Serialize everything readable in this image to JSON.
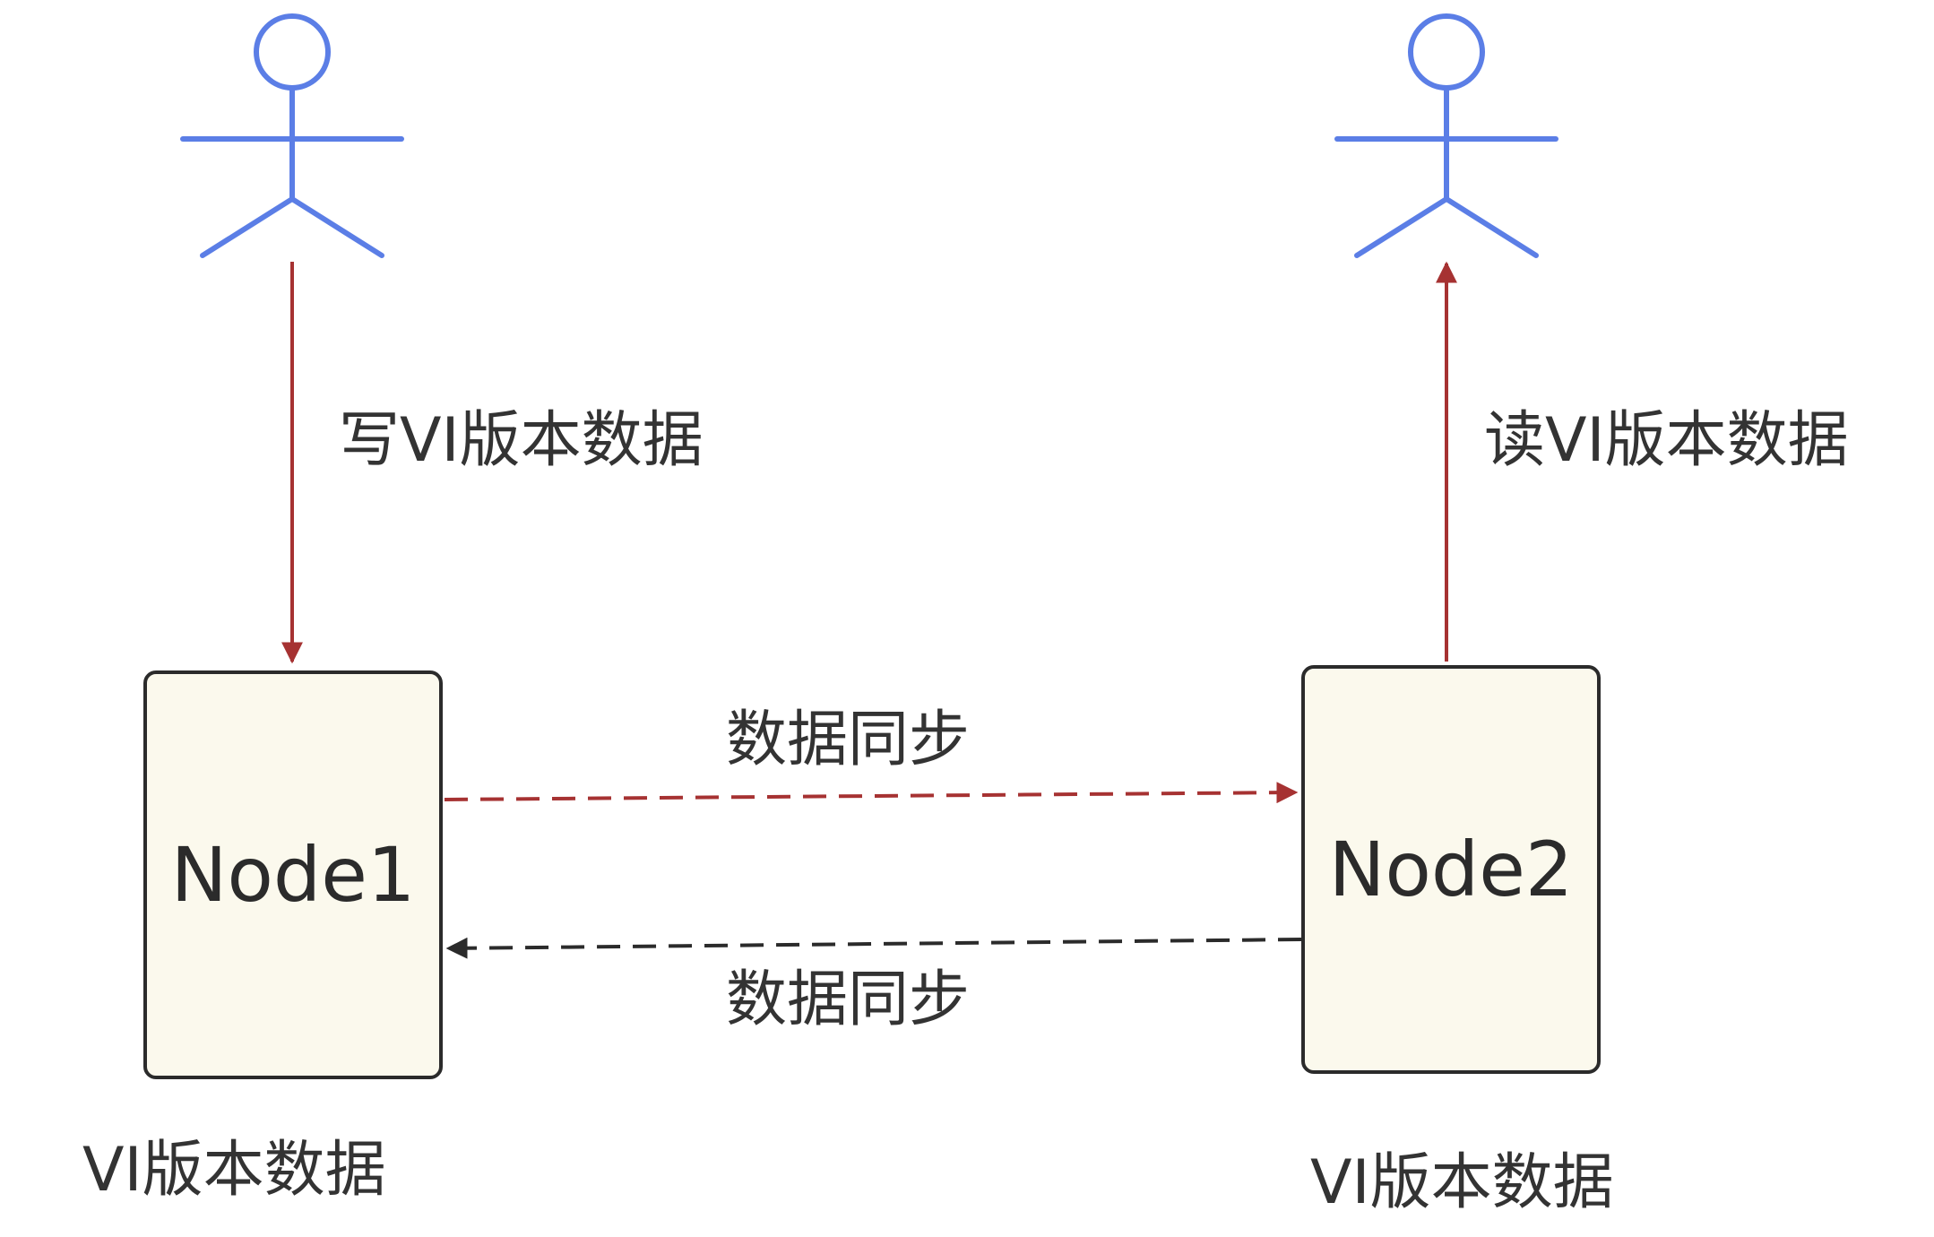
{
  "actors": {
    "writer": {
      "icon": "actor-icon"
    },
    "reader": {
      "icon": "actor-icon"
    }
  },
  "labels": {
    "write": "写VI版本数据",
    "read": "读VI版本数据",
    "sync_forward": "数据同步",
    "sync_backward": "数据同步",
    "node1_version": "VI版本数据",
    "node2_version": "VI版本数据"
  },
  "nodes": {
    "node1": "Node1",
    "node2": "Node2"
  },
  "colors": {
    "actor": "#5b7ee6",
    "red_arrow": "#a63232",
    "dark_arrow": "#2b2b2b",
    "node_fill": "#fbf9ed",
    "node_border": "#2b2b2b",
    "text": "#333333"
  }
}
